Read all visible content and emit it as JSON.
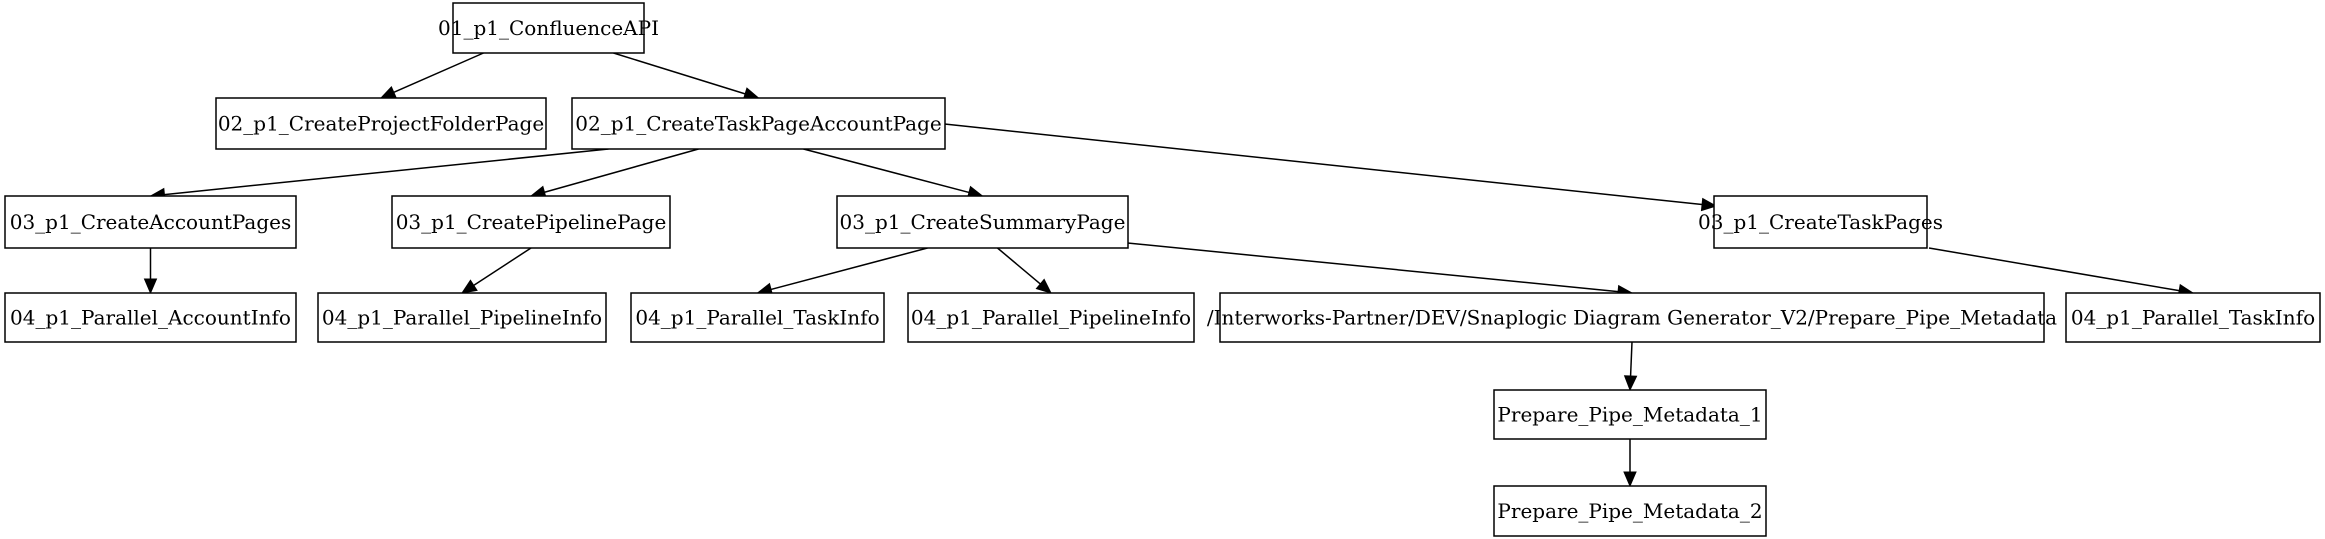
{
  "diagram": {
    "nodes": [
      {
        "id": "n01",
        "label": "01_p1_ConfluenceAPI"
      },
      {
        "id": "n02a",
        "label": "02_p1_CreateProjectFolderPage"
      },
      {
        "id": "n02b",
        "label": "02_p1_CreateTaskPageAccountPage"
      },
      {
        "id": "n03a",
        "label": "03_p1_CreateAccountPages"
      },
      {
        "id": "n03b",
        "label": "03_p1_CreatePipelinePage"
      },
      {
        "id": "n03c",
        "label": "03_p1_CreateSummaryPage"
      },
      {
        "id": "n03d",
        "label": "03_p1_CreateTaskPages"
      },
      {
        "id": "n04a",
        "label": "04_p1_Parallel_AccountInfo"
      },
      {
        "id": "n04b",
        "label": "04_p1_Parallel_PipelineInfo"
      },
      {
        "id": "n04c",
        "label": "04_p1_Parallel_TaskInfo"
      },
      {
        "id": "n04d",
        "label": "04_p1_Parallel_PipelineInfo"
      },
      {
        "id": "n04e",
        "label": "/Interworks-Partner/DEV/Snaplogic Diagram Generator_V2/Prepare_Pipe_Metadata"
      },
      {
        "id": "n04f",
        "label": "04_p1_Parallel_TaskInfo"
      },
      {
        "id": "n05",
        "label": "Prepare_Pipe_Metadata_1"
      },
      {
        "id": "n06",
        "label": "Prepare_Pipe_Metadata_2"
      }
    ],
    "edges": [
      {
        "from": "n01",
        "to": "n02a"
      },
      {
        "from": "n01",
        "to": "n02b"
      },
      {
        "from": "n02b",
        "to": "n03a"
      },
      {
        "from": "n02b",
        "to": "n03b"
      },
      {
        "from": "n02b",
        "to": "n03c"
      },
      {
        "from": "n02b",
        "to": "n03d"
      },
      {
        "from": "n03a",
        "to": "n04a"
      },
      {
        "from": "n03b",
        "to": "n04b"
      },
      {
        "from": "n03c",
        "to": "n04c"
      },
      {
        "from": "n03c",
        "to": "n04d"
      },
      {
        "from": "n03c",
        "to": "n04e"
      },
      {
        "from": "n03d",
        "to": "n04f"
      },
      {
        "from": "n04e",
        "to": "n05"
      },
      {
        "from": "n05",
        "to": "n06"
      }
    ]
  }
}
